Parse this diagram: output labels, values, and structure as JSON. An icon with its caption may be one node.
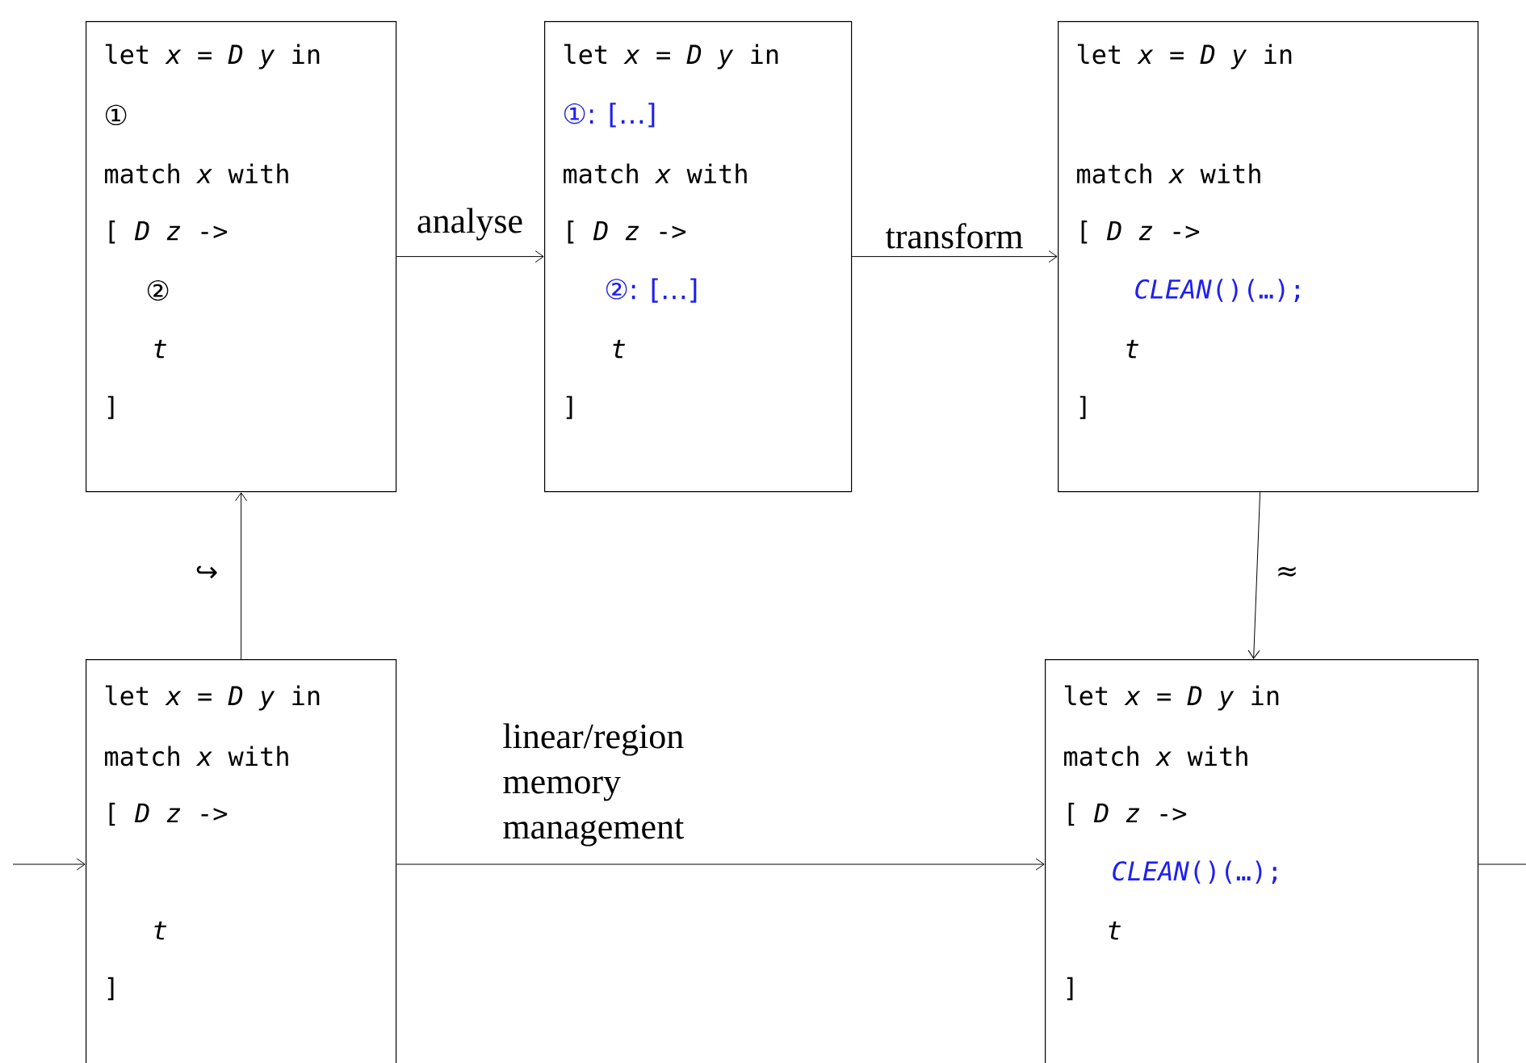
{
  "diagram": {
    "nodes": [
      {
        "text": [
          "let *x* = *D y* in",
          "①",
          "match *x* with",
          "[ *D z* ->",
          "②",
          "t",
          "]"
        ]
      },
      {
        "text": [
          "let *x* = *D y* in",
          "①: […]",
          "match *x* with",
          "[ *D z* ->",
          "②: […]",
          "t",
          "]"
        ]
      },
      {
        "text": [
          "let *x* = *D y* in",
          "match *x* with",
          "[ *D z* ->",
          "*CLEAN*()(…);",
          "t",
          "]"
        ]
      },
      {
        "text": [
          "let *x* = *D y* in",
          "match *x* with",
          "[ *D z* ->",
          "t",
          "]"
        ]
      },
      {
        "text": [
          "let *x* = *D y* in",
          "match *x* with",
          "[ *D z* ->",
          "*CLEAN*()(…);",
          "t",
          "]"
        ]
      }
    ],
    "edges": [
      {
        "from": 0,
        "to": 1,
        "arrow": "to",
        "label": "analyse"
      },
      {
        "from": 1,
        "to": 2,
        "arrow": "to",
        "label": "transform"
      },
      {
        "from": 3,
        "to": 0,
        "arrow": "to",
        "label": "↪"
      },
      {
        "from": 2,
        "to": 4,
        "arrow": "to",
        "label": "≈"
      },
      {
        "from": 3,
        "to": 4,
        "arrow": "to",
        "label": "linear/region memory management"
      },
      {
        "from": null,
        "to": 3,
        "arrow": "to"
      },
      {
        "from": 4,
        "to": null,
        "arrow": "none"
      }
    ]
  }
}
